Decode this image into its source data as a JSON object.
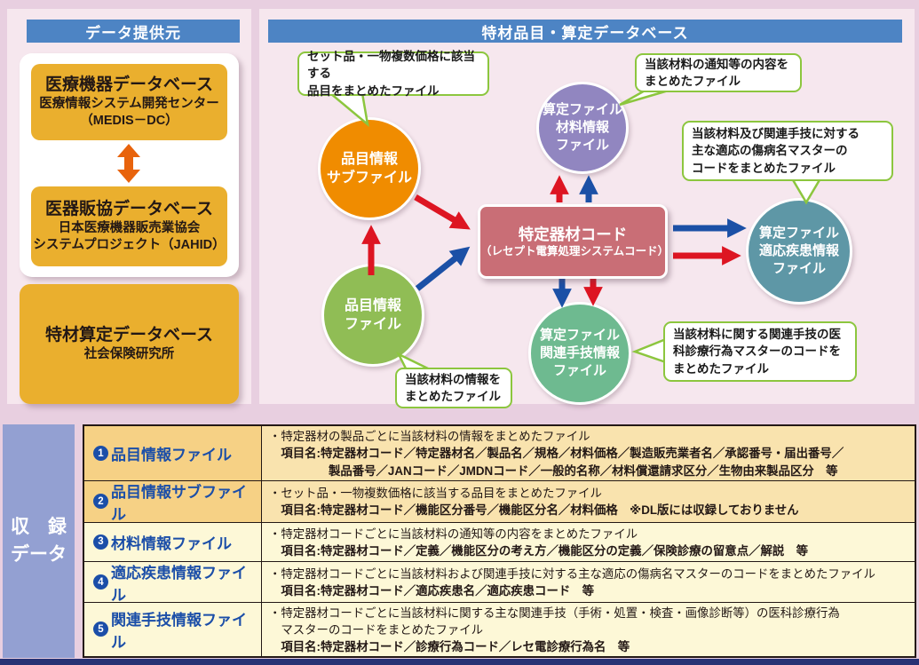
{
  "colors": {
    "page_background": "#e8cfe0",
    "panel_background": "#f6e7ee",
    "header_blue": "#4d84c4",
    "gold_box": "#eaaf2e",
    "orange_circle": "#f08c00",
    "purple_circle": "#9186c0",
    "green_circle": "#90bd55",
    "jade_circle": "#6eba90",
    "teal_circle": "#5e97a6",
    "center_box_red": "#c96e76",
    "callout_border_green": "#8cc63e",
    "arrow_red": "#dd1522",
    "arrow_blue": "#1b50a6",
    "arrow_orange": "#e8630c",
    "table_sidebar_purple": "#93a0d2",
    "table_label_blue": "#1b4ea8",
    "table_gold_row": "#f6d185",
    "table_cream_row": "#fdf8d7",
    "bottom_bar_navy": "#283274"
  },
  "providers": {
    "header": "データ提供元",
    "box1": {
      "title": "医療機器データベース",
      "line1": "医療情報システム開発センター",
      "line2": "（MEDIS－DC）"
    },
    "box2": {
      "title": "医器販協データベース",
      "line1": "日本医療機器販売業協会",
      "line2": "システムプロジェクト（JAHID）"
    },
    "box3": {
      "title": "特材算定データベース",
      "line1": "社会保険研究所"
    }
  },
  "diagram": {
    "header": "特材品目・算定データベース",
    "center": {
      "title": "特定器材コード",
      "subtitle": "（レセプト電算処理システムコード）"
    },
    "nodes": {
      "item_sub": "品目情報\nサブファイル",
      "material": "算定ファイル\n材料情報\nファイル",
      "item": "品目情報\nファイル",
      "procedure": "算定ファイル\n関連手技情報\nファイル",
      "disease": "算定ファイル\n適応疾患情報\nファイル"
    },
    "callouts": {
      "item_sub": "セット品・一物複数価格に該当する\n品目をまとめたファイル",
      "material": "当該材料の通知等の内容を\nまとめたファイル",
      "disease": "当該材料及び関連手技に対する\n主な適応の傷病名マスターの\nコードをまとめたファイル",
      "item": "当該材料の情報を\nまとめたファイル",
      "procedure": "当該材料に関する関連手技の医\n科診療行為マスターのコードを\nまとめたファイル"
    }
  },
  "table": {
    "sidebar": "収　録\nデータ",
    "rows": [
      {
        "num": "1",
        "label": "品目情報ファイル",
        "intro": "・特定器材の製品ごとに当該材料の情報をまとめたファイル",
        "items": "　項目名:特定器材コード／特定器材名／製品名／規格／材料価格／製造販売業者名／承認番号・届出番号／\n　　　　　製品番号／JANコード／JMDNコード／一般的名称／材料償還請求区分／生物由来製品区分　等"
      },
      {
        "num": "2",
        "label": "品目情報サブファイル",
        "intro": "・セット品・一物複数価格に該当する品目をまとめたファイル",
        "items": "　項目名:特定器材コード／機能区分番号／機能区分名／材料価格　※DL版には収録しておりません"
      },
      {
        "num": "3",
        "label": "材料情報ファイル",
        "intro": "・特定器材コードごとに当該材料の通知等の内容をまとめたファイル",
        "items": "　項目名:特定器材コード／定義／機能区分の考え方／機能区分の定義／保険診療の留意点／解説　等"
      },
      {
        "num": "4",
        "label": "適応疾患情報ファイル",
        "intro": "・特定器材コードごとに当該材料および関連手技に対する主な適応の傷病名マスターのコードをまとめたファイル",
        "items": "　項目名:特定器材コード／適応疾患名／適応疾患コード　等"
      },
      {
        "num": "5",
        "label": "関連手技情報ファイル",
        "intro": "・特定器材コードごとに当該材料に関する主な関連手技（手術・処置・検査・画像診断等）の医科診療行為\n　マスターのコードをまとめたファイル",
        "items": "　項目名:特定器材コード／診療行為コード／レセ電診療行為名　等"
      }
    ]
  }
}
